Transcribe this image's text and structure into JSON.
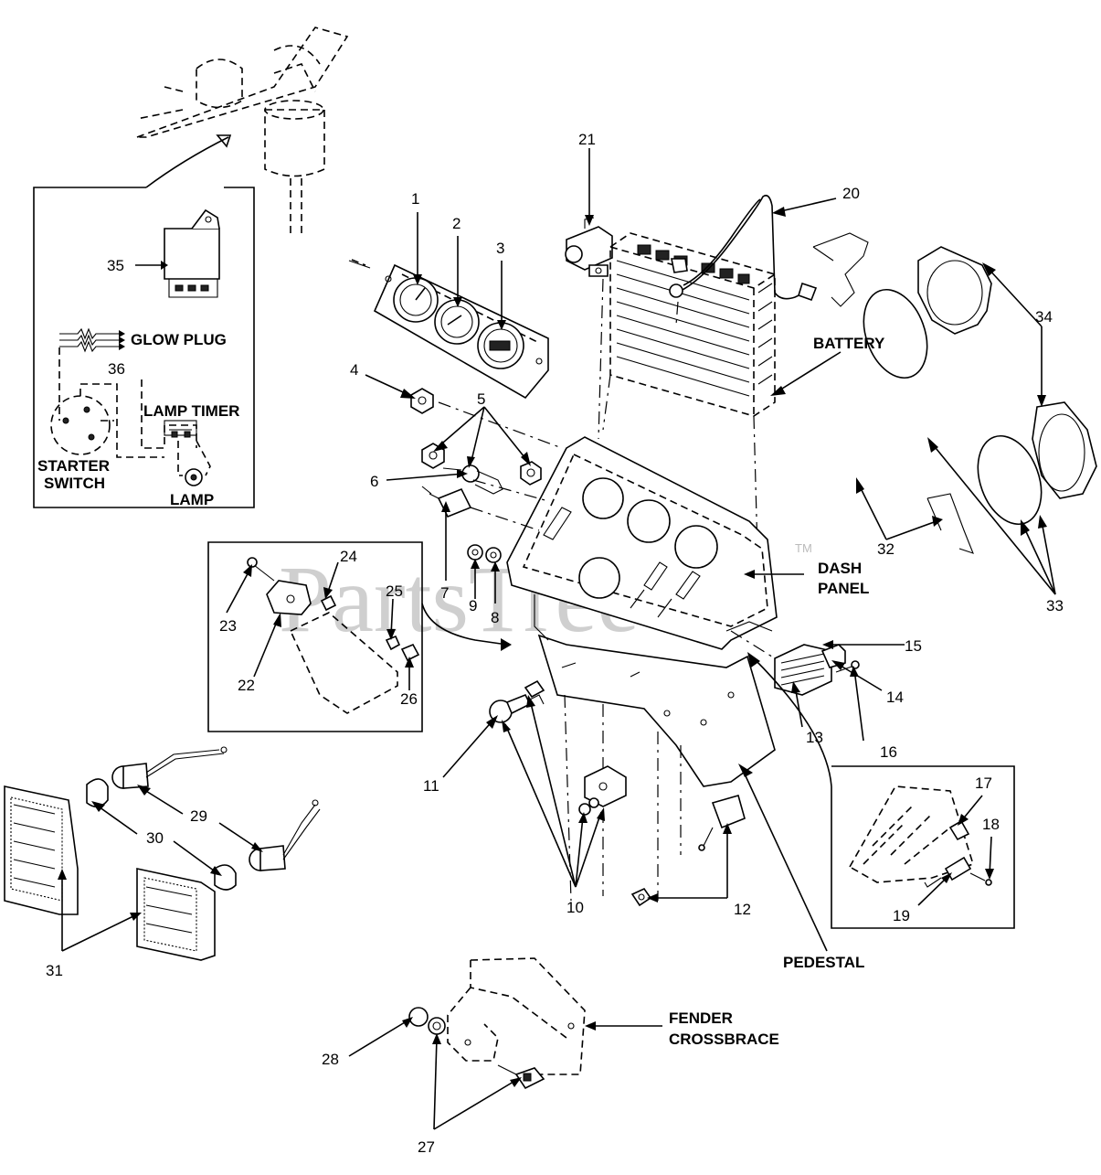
{
  "watermark": "PartsTree",
  "trademark": "TM",
  "callouts": {
    "c1": "1",
    "c2": "2",
    "c3": "3",
    "c4": "4",
    "c5": "5",
    "c6": "6",
    "c7": "7",
    "c8": "8",
    "c9": "9",
    "c10": "10",
    "c11": "11",
    "c12": "12",
    "c13": "13",
    "c14": "14",
    "c15": "15",
    "c16": "16",
    "c17": "17",
    "c18": "18",
    "c19": "19",
    "c20": "20",
    "c21": "21",
    "c22": "22",
    "c23": "23",
    "c24": "24",
    "c25": "25",
    "c26": "26",
    "c27": "27",
    "c28": "28",
    "c29": "29",
    "c30": "30",
    "c31": "31",
    "c32": "32",
    "c33": "33",
    "c34": "34",
    "c35": "35",
    "c36": "36"
  },
  "labels": {
    "battery": "BATTERY",
    "dash_panel_1": "DASH",
    "dash_panel_2": "PANEL",
    "pedestal": "PEDESTAL",
    "fender_1": "FENDER",
    "fender_2": "CROSSBRACE",
    "glow_plug": "GLOW PLUG",
    "lamp_timer": "LAMP TIMER",
    "starter_1": "STARTER",
    "starter_2": "SWITCH",
    "lamp": "LAMP"
  }
}
